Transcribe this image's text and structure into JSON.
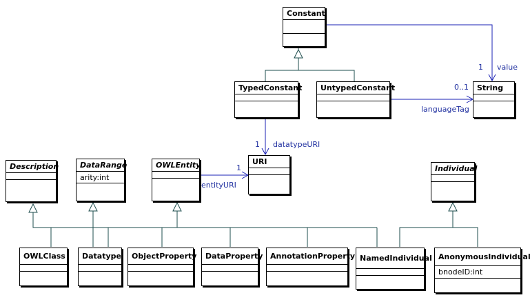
{
  "classes": {
    "constant": {
      "name": "Constant",
      "attr": ""
    },
    "typed_constant": {
      "name": "TypedConstant",
      "attr": ""
    },
    "untyped_constant": {
      "name": "UntypedConstant",
      "attr": ""
    },
    "string": {
      "name": "String",
      "attr": ""
    },
    "uri": {
      "name": "URI",
      "attr": ""
    },
    "description": {
      "name": "Description",
      "attr": ""
    },
    "data_range": {
      "name": "DataRange",
      "attr": "arity:int"
    },
    "owl_entity": {
      "name": "OWLEntity",
      "attr": ""
    },
    "individual": {
      "name": "Individual",
      "attr": ""
    },
    "owl_class": {
      "name": "OWLClass",
      "attr": ""
    },
    "datatype": {
      "name": "Datatype",
      "attr": ""
    },
    "object_property": {
      "name": "ObjectProperty",
      "attr": ""
    },
    "data_property": {
      "name": "DataProperty",
      "attr": ""
    },
    "annotation_property": {
      "name": "AnnotationProperty",
      "attr": ""
    },
    "named_individual": {
      "name": "NamedIndividual",
      "attr": ""
    },
    "anonymous_individual": {
      "name": "AnonymousIndividual",
      "attr": "bnodeID:int"
    }
  },
  "associations": {
    "value": {
      "role": "value",
      "multiplicity": "1"
    },
    "language_tag": {
      "role": "languageTag",
      "multiplicity": "0..1"
    },
    "datatype_uri": {
      "role": "datatypeURI",
      "multiplicity": "1"
    },
    "entity_uri": {
      "role": "entityURI",
      "multiplicity": "1"
    }
  },
  "colors": {
    "generalization": "#1e4d4d",
    "association": "#1a22b4",
    "border": "#000000"
  }
}
